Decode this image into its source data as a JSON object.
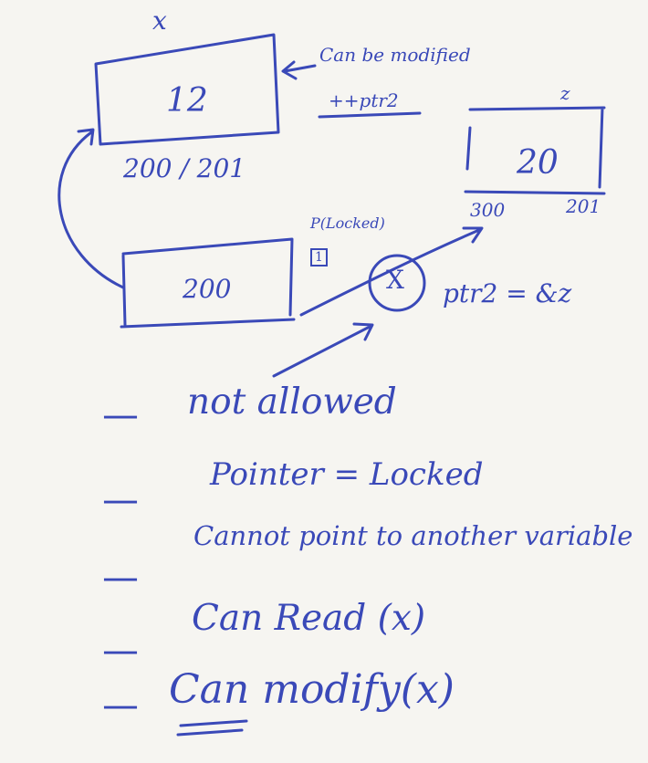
{
  "diagram": {
    "x_label": "x",
    "x_value": "12",
    "x_address": "200 / 201",
    "modify_note": "Can be modified",
    "modify_code": "++ptr2",
    "z_label": "z",
    "z_value": "20",
    "z_addr_start": "300",
    "z_addr_end": "201",
    "ptr_value": "200",
    "locked_note": "P(Locked)",
    "locked_box": "1",
    "cross_mark": "X",
    "assign_expr": "ptr2 = &z"
  },
  "notes": [
    "not allowed",
    "Pointer = Locked",
    "Cannot point to another variable",
    "Can Read (x)",
    "Can modify(x)"
  ],
  "bullet_symbol": "—",
  "colors": {
    "ink": "#3a49b8",
    "paper": "#f6f5f1"
  }
}
